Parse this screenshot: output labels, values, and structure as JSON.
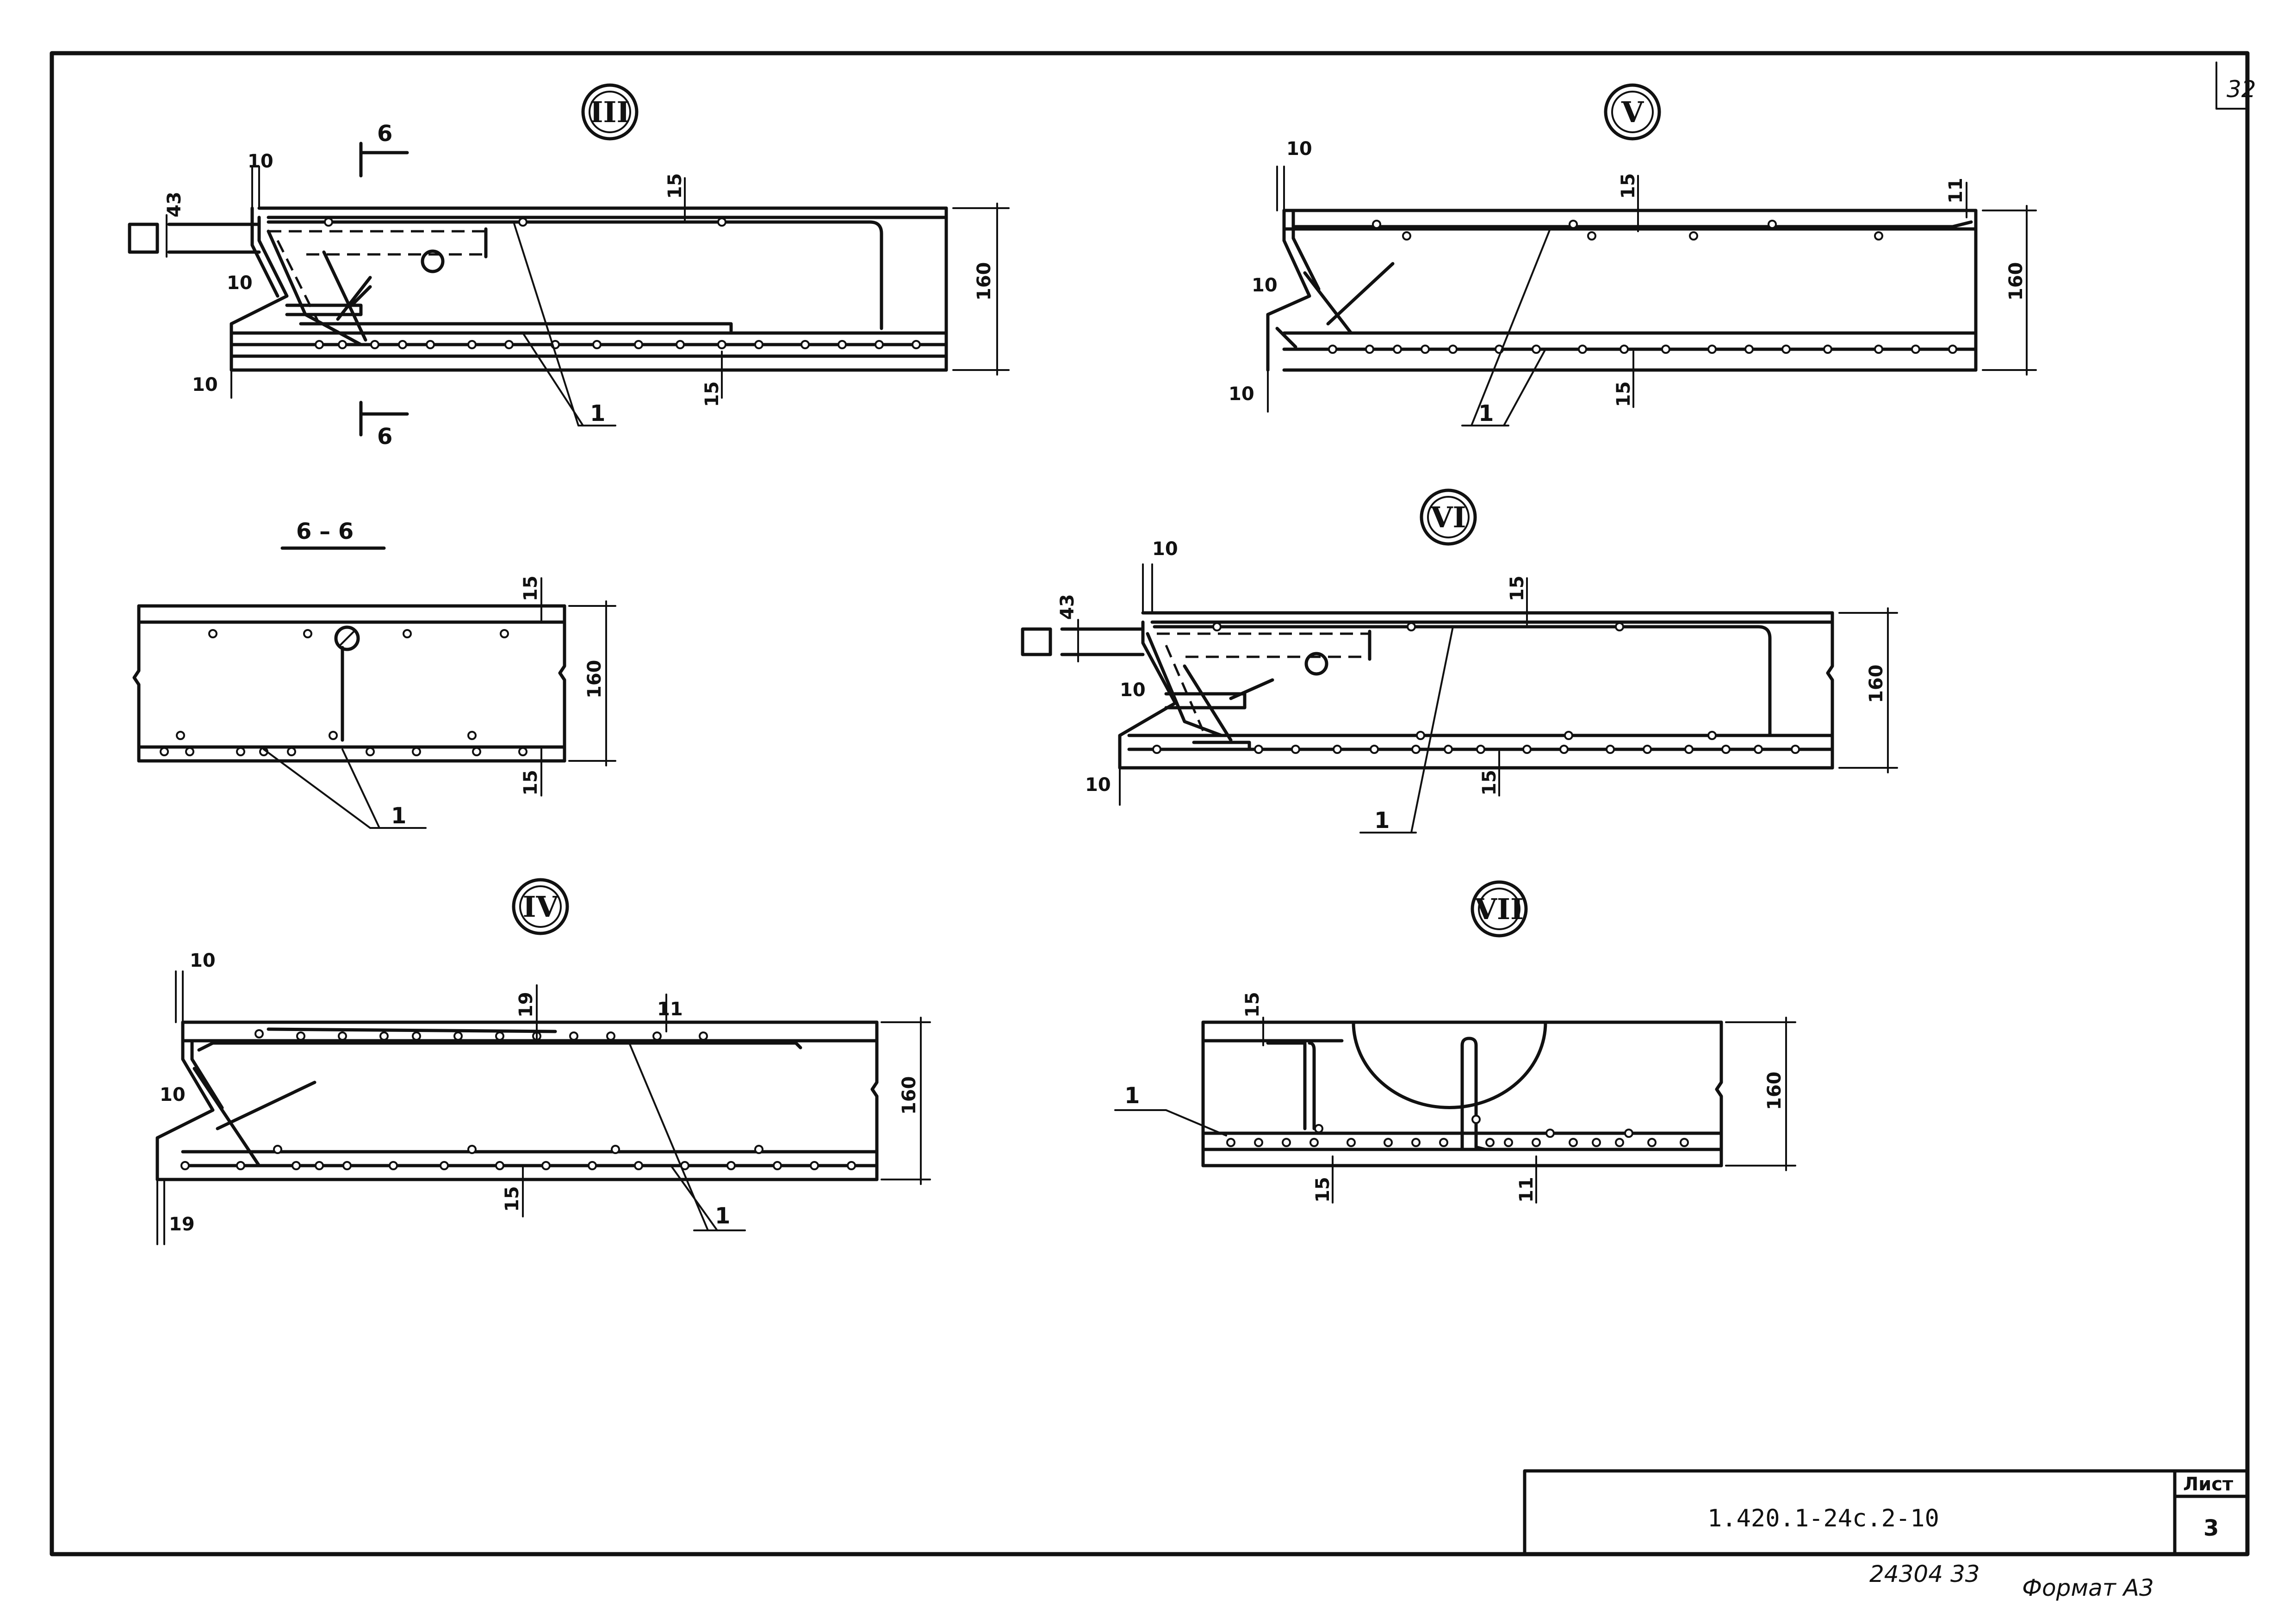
{
  "sheet": {
    "page_number": "32",
    "title_block": {
      "doc_code": "1.420.1-24с.2-10",
      "sheet_label": "Лист",
      "sheet_no": "3"
    },
    "footer_handwritten": "24304  33",
    "footer_format": "Формат А3"
  },
  "details": {
    "III": {
      "roman": "III",
      "dims": [
        "10",
        "43",
        "10",
        "10",
        "15",
        "15",
        "160"
      ],
      "section_mark": "6",
      "ref": "1"
    },
    "V": {
      "roman": "V",
      "dims": [
        "10",
        "10",
        "10",
        "15",
        "11",
        "15",
        "160"
      ],
      "ref": "1"
    },
    "section66": {
      "title": "6 – 6",
      "dims": [
        "15",
        "160",
        "15"
      ],
      "ref": "1"
    },
    "VI": {
      "roman": "VI",
      "dims": [
        "10",
        "43",
        "10",
        "10",
        "15",
        "15",
        "160"
      ],
      "ref": "1"
    },
    "IV": {
      "roman": "IV",
      "dims": [
        "10",
        "10",
        "19",
        "11",
        "19",
        "15",
        "160"
      ],
      "ref": "1"
    },
    "VII": {
      "roman": "VII",
      "dims": [
        "15",
        "15",
        "11",
        "160"
      ],
      "ref": "1"
    }
  }
}
